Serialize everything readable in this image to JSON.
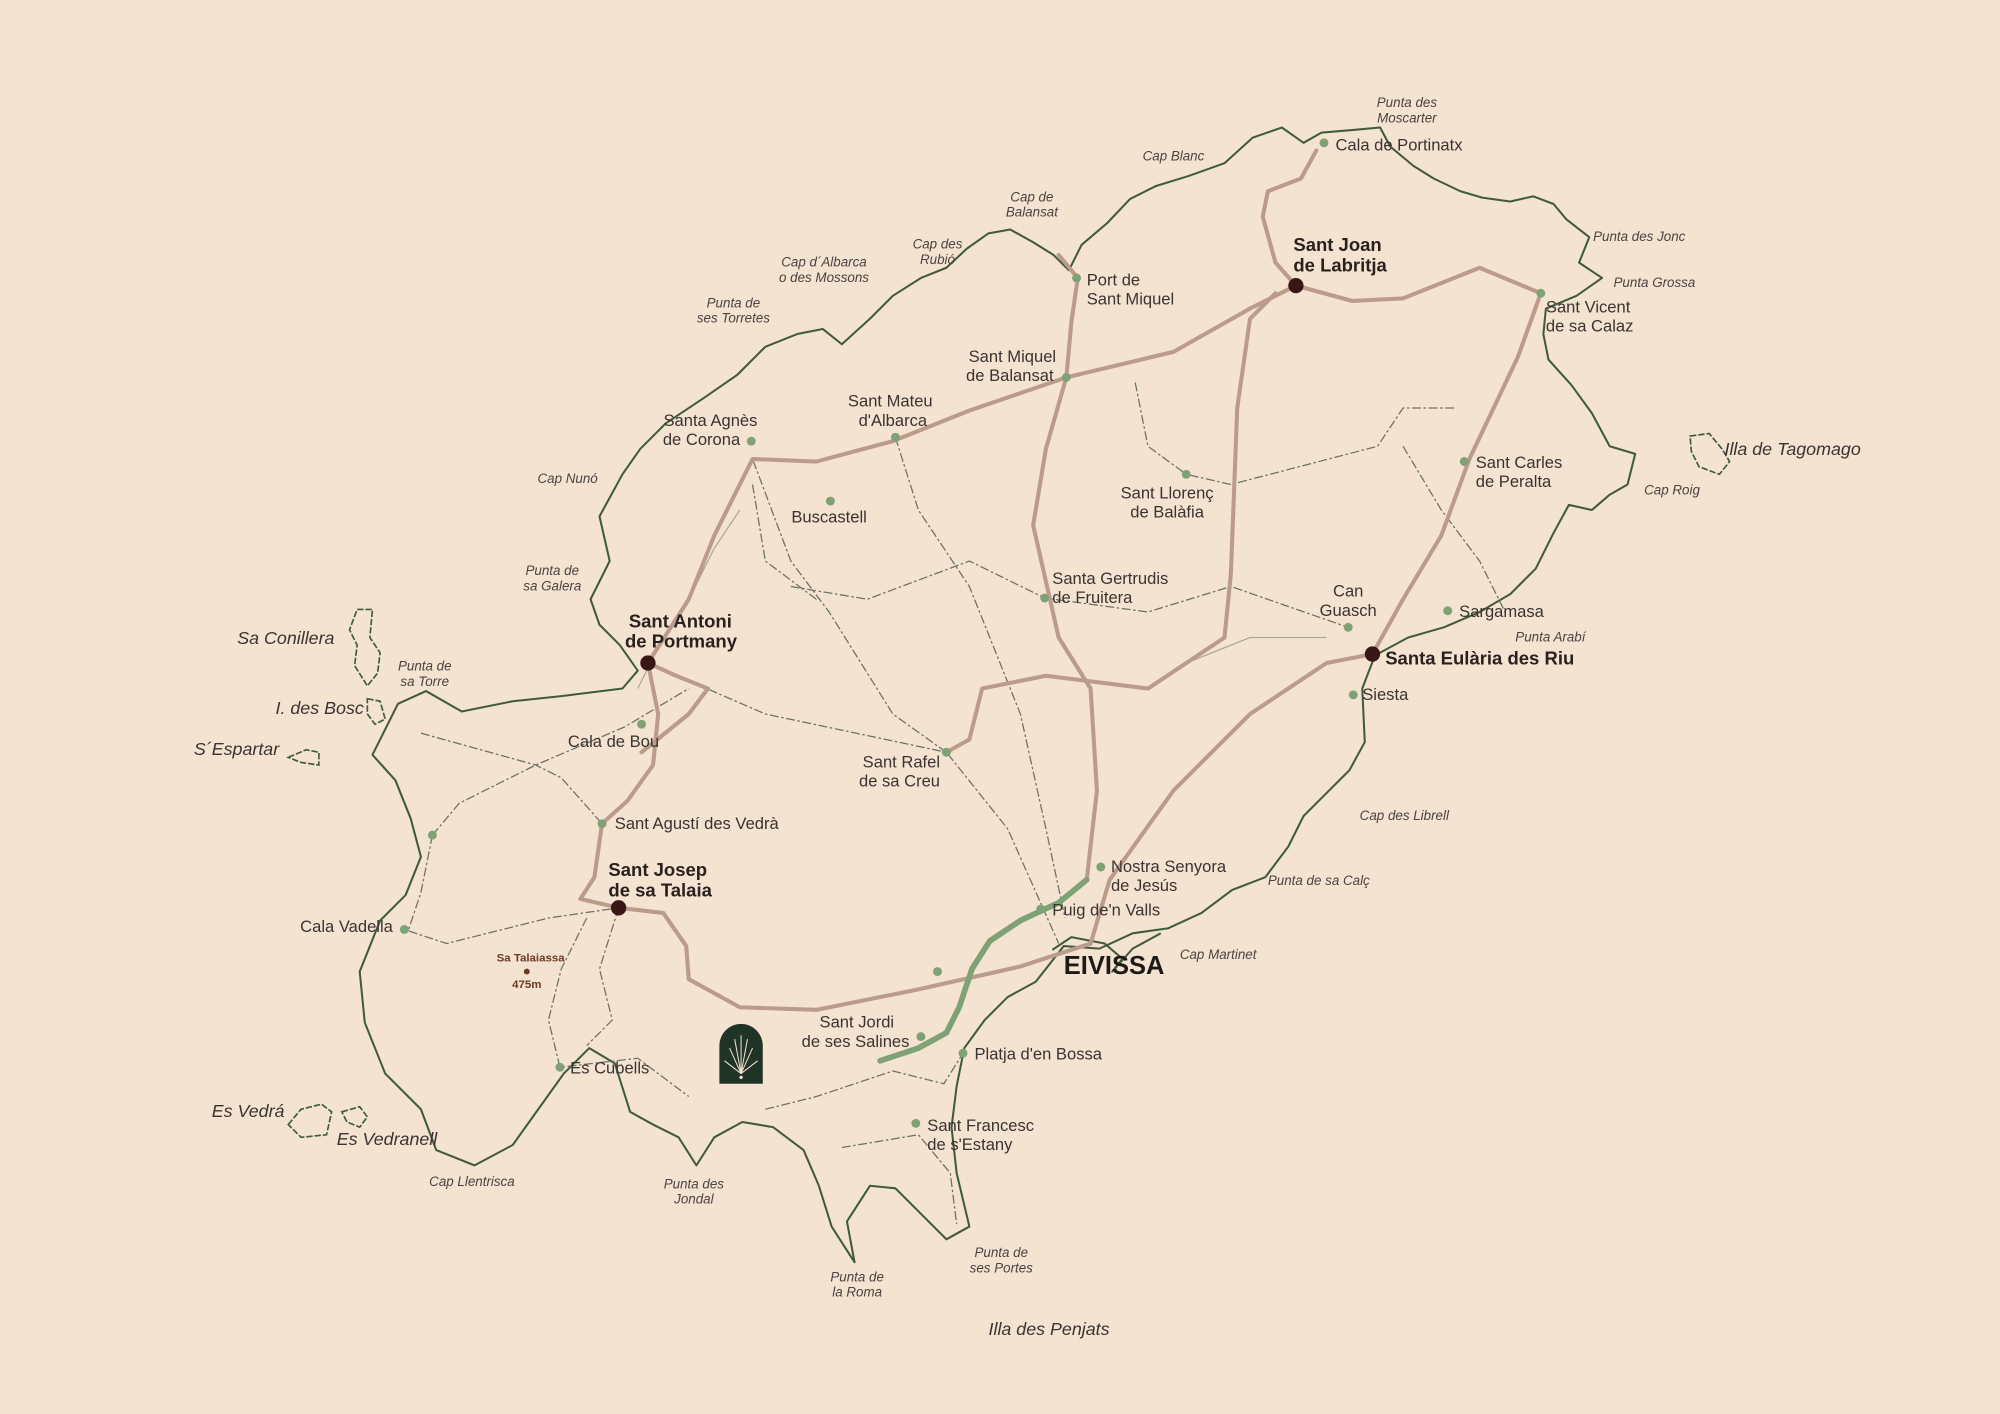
{
  "title": "Ibiza map",
  "colors": {
    "background": "#f5e3d2",
    "coast": "#3f5b3c",
    "main_road": "#bb9b8b",
    "green_route": "#7ea276",
    "major_town": "#3a1717"
  },
  "capital": {
    "name": "EIVISSA"
  },
  "major_towns": [
    {
      "l1": "Sant Antoni",
      "l2": "de Portmany"
    },
    {
      "l1": "Sant Joan",
      "l2": "de Labritja"
    },
    {
      "l1": "Santa Eulària des Riu"
    },
    {
      "l1": "Sant Josep",
      "l2": "de sa Talaia"
    }
  ],
  "towns": [
    {
      "l1": "Cala de Portinatx"
    },
    {
      "l1": "Port de",
      "l2": "Sant Miquel"
    },
    {
      "l1": "Sant Vicent",
      "l2": "de sa Calaz"
    },
    {
      "l1": "Sant Miquel",
      "l2": "de Balansat"
    },
    {
      "l1": "Sant Mateu",
      "l2": "d'Albarca"
    },
    {
      "l1": "Santa Agnès",
      "l2": "de Corona"
    },
    {
      "l1": "Buscastell"
    },
    {
      "l1": "Sant Llorenç",
      "l2": "de Balàfia"
    },
    {
      "l1": "Sant Carles",
      "l2": "de Peralta"
    },
    {
      "l1": "Santa Gertrudis",
      "l2": "de Fruitera"
    },
    {
      "l1": "Can",
      "l2": "Guasch"
    },
    {
      "l1": "Sargamasa"
    },
    {
      "l1": "Siesta"
    },
    {
      "l1": "Cala de Bou"
    },
    {
      "l1": "Sant Rafel",
      "l2": "de sa Creu"
    },
    {
      "l1": "Sant Agustí des Vedrà"
    },
    {
      "l1": "Cala Vadella"
    },
    {
      "l1": "Nostra Senyora",
      "l2": "de Jesús"
    },
    {
      "l1": "Puig de'n Valls"
    },
    {
      "l1": "Sant Jordi",
      "l2": "de ses Salines"
    },
    {
      "l1": "Platja d'en Bossa"
    },
    {
      "l1": "Es Cubells"
    },
    {
      "l1": "Sant Francesc",
      "l2": "de s'Estany"
    }
  ],
  "coast_labels": [
    {
      "l1": "Punta des",
      "l2": "Moscarter"
    },
    {
      "l1": "Cap Blanc"
    },
    {
      "l1": "Cap de",
      "l2": "Balansat"
    },
    {
      "l1": "Cap des",
      "l2": "Rubió"
    },
    {
      "l1": "Cap d´Albarca",
      "l2": "o des Mossons"
    },
    {
      "l1": "Punta de",
      "l2": "ses Torretes"
    },
    {
      "l1": "Punta des Jonc"
    },
    {
      "l1": "Punta Grossa"
    },
    {
      "l1": "Cap Roig"
    },
    {
      "l1": "Cap Nunó"
    },
    {
      "l1": "Punta de",
      "l2": "sa Galera"
    },
    {
      "l1": "Punta Arabí"
    },
    {
      "l1": "Punta de",
      "l2": "sa Torre"
    },
    {
      "l1": "Cap des Librell"
    },
    {
      "l1": "Punta de sa Calç"
    },
    {
      "l1": "Cap Martinet"
    },
    {
      "l1": "Cap Llentrisca"
    },
    {
      "l1": "Punta des",
      "l2": "Jondal"
    },
    {
      "l1": "Punta de",
      "l2": "ses Portes"
    },
    {
      "l1": "Punta de",
      "l2": "la Roma"
    }
  ],
  "islands": [
    {
      "l1": "Illa de Tagomago"
    },
    {
      "l1": "Sa Conillera"
    },
    {
      "l1": "I. des Bosc"
    },
    {
      "l1": "S´Espartar"
    },
    {
      "l1": "Es Vedrá"
    },
    {
      "l1": "Es Vedranell"
    },
    {
      "l1": "Illa des Penjats"
    }
  ],
  "peak": {
    "name": "Sa Talaiassa",
    "elevation": "475m"
  },
  "logo": {
    "icon": "palm-arch-logo"
  }
}
